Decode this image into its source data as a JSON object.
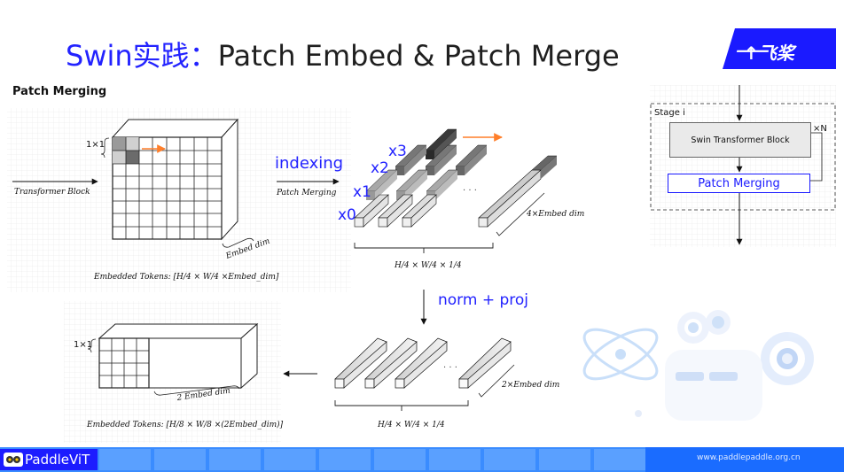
{
  "title": {
    "prefix": "Swin实践：",
    "text": "Patch Embed & Patch Merge"
  },
  "logo": {
    "text": "飞桨"
  },
  "section": {
    "label": "Patch Merging"
  },
  "diagram": {
    "top_left": {
      "input_label": "Transformer Block",
      "onebyone": "1×1",
      "embed_dim": "Embed dim",
      "tokens_label": "Embedded Tokens: [H/4 × W/4 ×Embed_dim]"
    },
    "indexing": "indexing",
    "patch_merging_label": "Patch Merging",
    "x_labels": [
      "x3",
      "x2",
      "x1",
      "x0"
    ],
    "dots": "· · ·",
    "four_embed": "4×Embed dim",
    "frac_hw4": "H/4 × W/4 × 1/4",
    "norm_proj": "norm + proj",
    "two_embed": "2×Embed dim",
    "bottom_left": {
      "onebyone": "1×1",
      "embed_dim": "2 Embed dim",
      "tokens_label": "Embedded Tokens: [H/8 × W/8 ×(2Embed_dim)]"
    },
    "right_panel": {
      "stage": "Stage i",
      "block": "Swin Transformer Block",
      "times_n": "×N",
      "merging": "Patch Merging"
    }
  },
  "footer": {
    "brand": "PaddleViT",
    "url": "www.paddlepaddle.org.cn"
  },
  "colors": {
    "accent": "#2323ff",
    "arrow_orange": "#ff7f2a",
    "footer_blue": "#3a8cff"
  }
}
